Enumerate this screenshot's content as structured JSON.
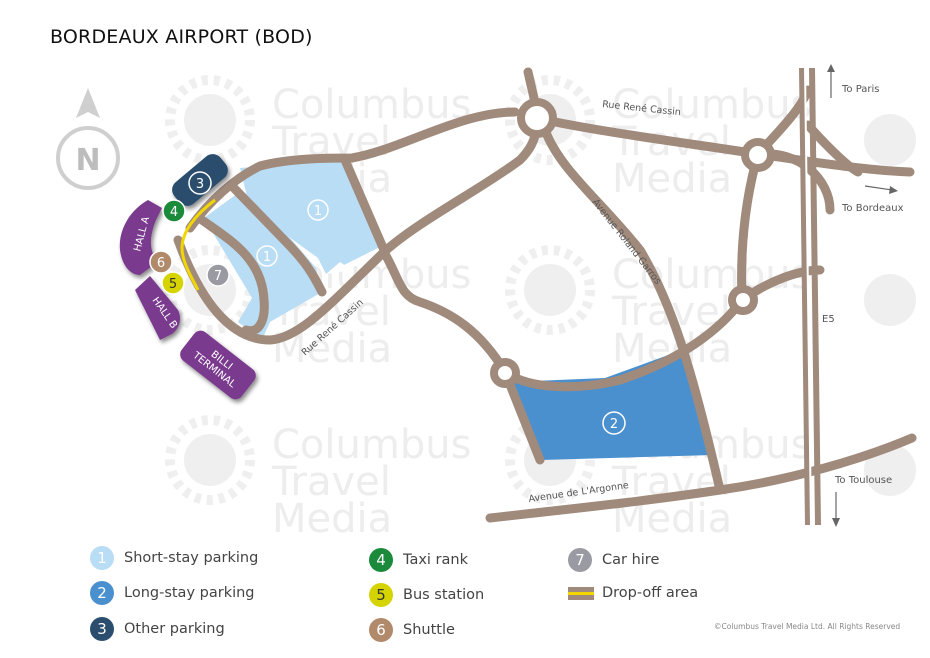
{
  "title": "BORDEAUX AIRPORT (BOD)",
  "compass": {
    "letter": "N"
  },
  "watermark": [
    "Columbus",
    "Travel",
    "Media"
  ],
  "terminals": {
    "hall_a": "HALL A",
    "hall_b": "HALL B",
    "billi_line1": "BILLI",
    "billi_line2": "TERMINAL"
  },
  "roads": {
    "rue_rene_cassin_top": "Rue René Cassin",
    "rue_rene_cassin_bottom": "Rue René Cassin",
    "avenue_roland_garros": "Avenue Roland Garros",
    "avenue_argonne": "Avenue de L'Argonne",
    "e5": "E5"
  },
  "directions": {
    "paris": "To Paris",
    "bordeaux": "To Bordeaux",
    "toulouse": "To Toulouse"
  },
  "markers": {
    "short_stay_a": "1",
    "short_stay_b": "1",
    "long_stay": "2",
    "other_parking": "3",
    "taxi": "4",
    "bus": "5",
    "shuttle": "6",
    "car_hire": "7"
  },
  "legend": [
    {
      "num": "1",
      "label": "Short-stay parking",
      "color": "#b9ddf4"
    },
    {
      "num": "2",
      "label": "Long-stay parking",
      "color": "#4a90cf"
    },
    {
      "num": "3",
      "label": "Other parking",
      "color": "#2b4e6e"
    },
    {
      "num": "4",
      "label": "Taxi rank",
      "color": "#1b8a3a"
    },
    {
      "num": "5",
      "label": "Bus station",
      "color": "#d6d400"
    },
    {
      "num": "6",
      "label": "Shuttle",
      "color": "#b08a6a"
    },
    {
      "num": "7",
      "label": "Car hire",
      "color": "#9a9aa2"
    }
  ],
  "legend_dropoff": "Drop-off area",
  "copyright": "©Columbus Travel Media Ltd. All Rights Reserved",
  "colors": {
    "road": "#a08a7c",
    "short_stay": "#b9ddf4",
    "long_stay": "#4a90cf",
    "terminal": "#7a3a8e",
    "other_parking": "#2b4e6e",
    "dropoff": "#f2d600"
  }
}
